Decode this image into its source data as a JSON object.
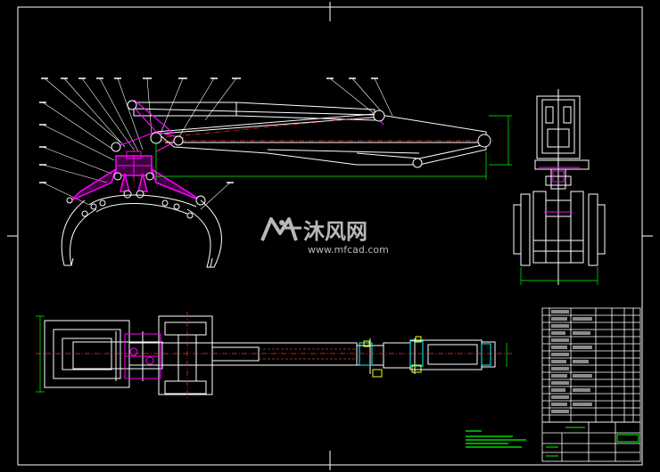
{
  "watermark": {
    "brand_cn": "沐风网",
    "url": "www.mfcad.com",
    "logo_icon": "mf-logo-icon"
  },
  "colors": {
    "background": "#000000",
    "frame": "#ffffff",
    "outline": "#ffffff",
    "highlight": "#ff00ff",
    "centerline": "#ff3030",
    "dimension": "#00ff00",
    "hidden": "#ff6666",
    "accent_yellow": "#ffff00",
    "accent_cyan": "#00ffff",
    "watermark": "#b8b8b8"
  },
  "views": [
    "front-view",
    "side-view",
    "top-view"
  ],
  "title_block": {
    "label": "title-block"
  }
}
